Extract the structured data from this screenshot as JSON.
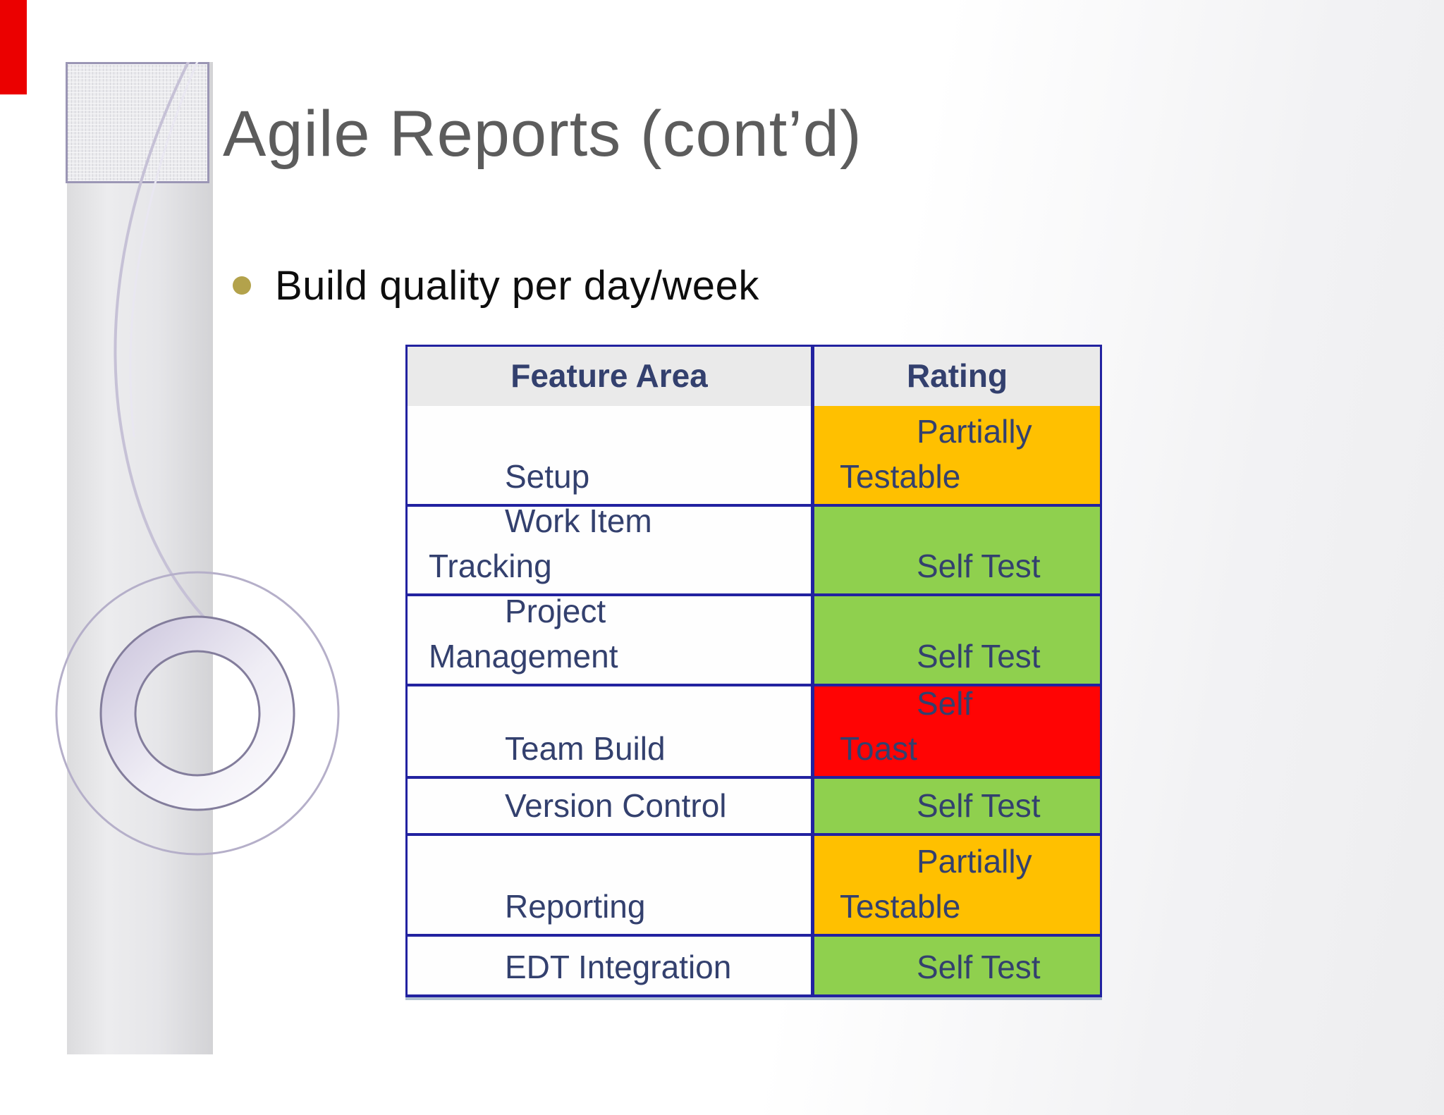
{
  "slide": {
    "title": "Agile Reports (cont’d)",
    "bullet": "Build quality per day/week"
  },
  "table": {
    "headers": [
      "Feature Area",
      "Rating"
    ],
    "rows": [
      {
        "feature_lines": [
          "Setup"
        ],
        "rating_lines": [
          "Partially",
          "Testable"
        ],
        "color_key": "orange"
      },
      {
        "feature_lines": [
          "Work Item",
          "Tracking"
        ],
        "rating_lines": [
          "Self Test"
        ],
        "color_key": "green"
      },
      {
        "feature_lines": [
          "Project",
          "Management"
        ],
        "rating_lines": [
          "Self Test"
        ],
        "color_key": "green"
      },
      {
        "feature_lines": [
          "Team Build"
        ],
        "rating_lines": [
          "Self",
          "Toast"
        ],
        "color_key": "red"
      },
      {
        "feature_lines": [
          "Version Control"
        ],
        "rating_lines": [
          "Self Test"
        ],
        "color_key": "green"
      },
      {
        "feature_lines": [
          "Reporting"
        ],
        "rating_lines": [
          "Partially",
          "Testable"
        ],
        "color_key": "orange"
      },
      {
        "feature_lines": [
          "EDT Integration"
        ],
        "rating_lines": [
          "Self Test"
        ],
        "color_key": "green"
      }
    ],
    "colors": {
      "orange": "#FFC000",
      "green": "#8FD04E",
      "red": "#FF0404",
      "header_bg": "#EAEAEA",
      "border": "#2222A0",
      "text": "#33406E"
    }
  },
  "decor": {
    "red_strip_color": "#EB0000",
    "bullet_dot_color": "#B3A24B",
    "title_color": "#5C5C5C"
  }
}
